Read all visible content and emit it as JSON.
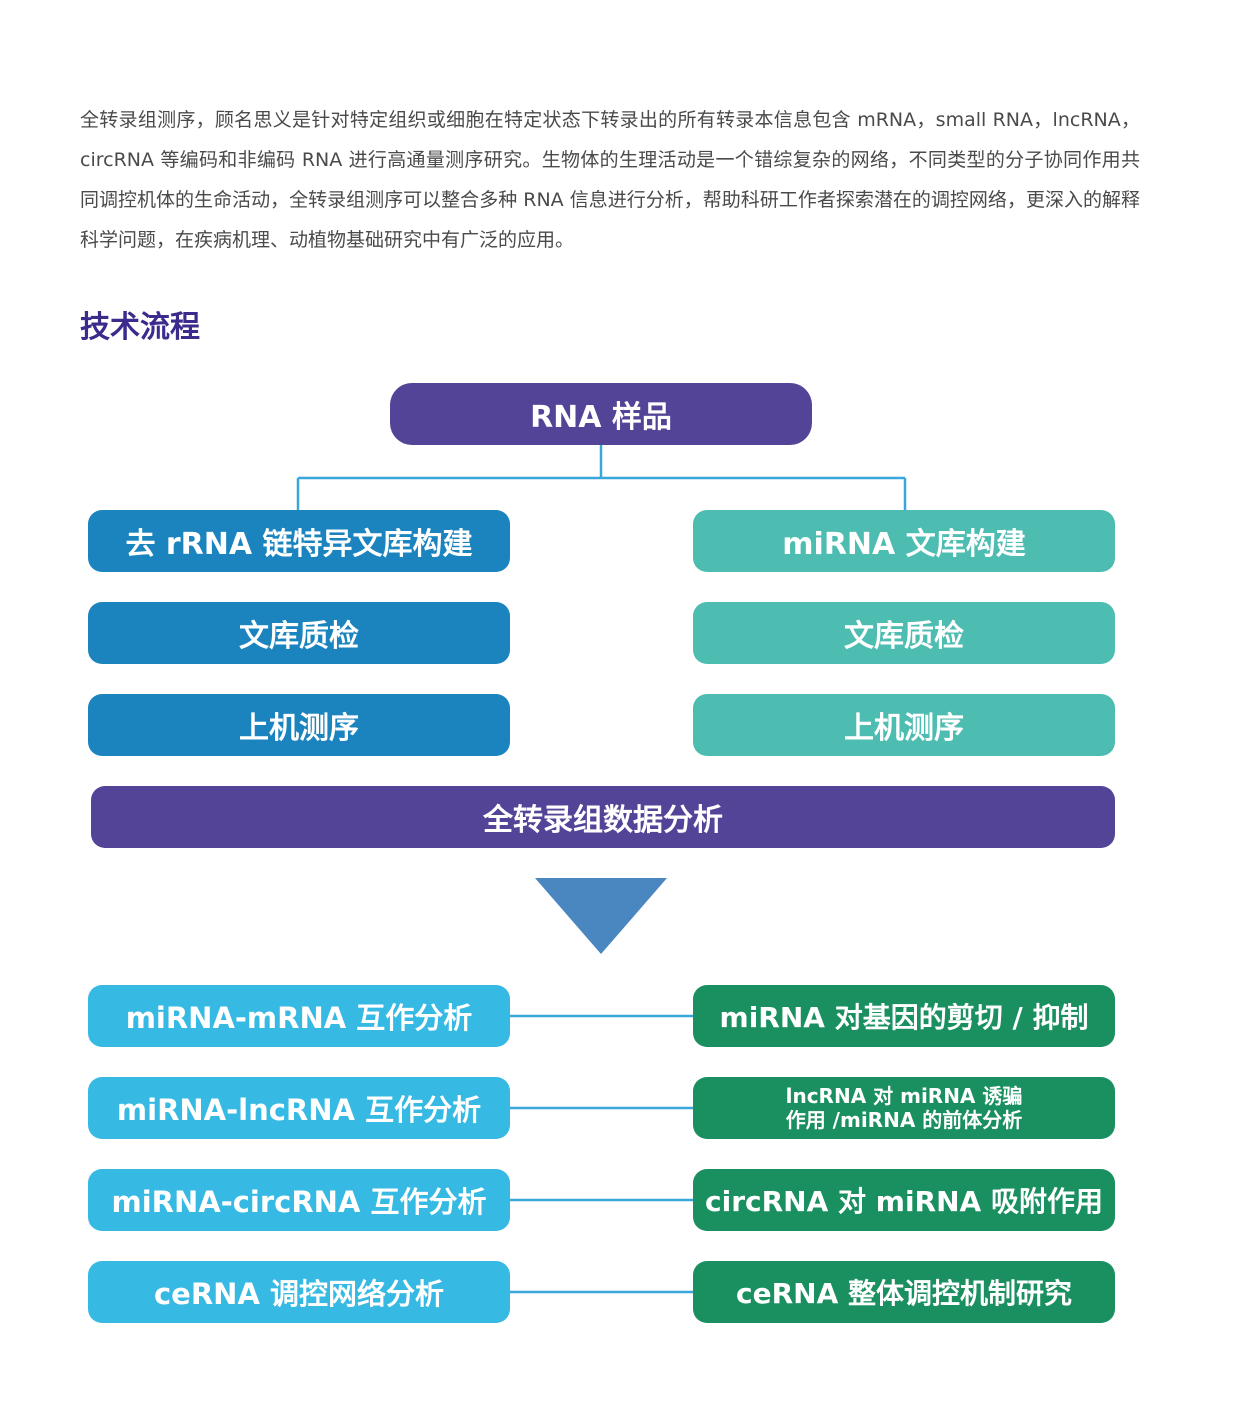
{
  "intro_text": "全转录组测序，顾名思义是针对特定组织或细胞在特定状态下转录出的所有转录本信息包含 mRNA，small RNA，lncRNA，circRNA 等编码和非编码 RNA 进行高通量测序研究。生物体的生理活动是一个错综复杂的网络，不同类型的分子协同作用共同调控机体的生命活动，全转录组测序可以整合多种 RNA 信息进行分析，帮助科研工作者探索潜在的调控网络，更深入的解释科学问题，在疾病机理、动植物基础研究中有广泛的应用。",
  "section_title": "技术流程",
  "flow": {
    "root": "RNA 样品",
    "left_branch": [
      "去 rRNA 链特异文库构建",
      "文库质检",
      "上机测序"
    ],
    "right_branch": [
      "miRNA 文库构建",
      "文库质检",
      "上机测序"
    ],
    "merge": "全转录组数据分析"
  },
  "analysis_pairs": [
    {
      "left": "miRNA-mRNA 互作分析",
      "right": [
        "miRNA 对基因的剪切 / 抑制"
      ]
    },
    {
      "left": "miRNA-lncRNA 互作分析",
      "right": [
        "lncRNA 对 miRNA 诱骗",
        "作用 /miRNA 的前体分析"
      ]
    },
    {
      "left": "miRNA-circRNA 互作分析",
      "right": [
        "circRNA 对 miRNA 吸附作用"
      ]
    },
    {
      "left": "ceRNA 调控网络分析",
      "right": [
        "ceRNA 整体调控机制研究"
      ]
    }
  ],
  "colors": {
    "title": "#3c2a8c",
    "root_and_merge": "#544497",
    "left_branch": "#1b84bf",
    "right_branch": "#4dbcb1",
    "analysis_left": "#36b9e2",
    "analysis_right": "#1a9060",
    "arrow": "#4a86c0",
    "connector": "#3aa7dc"
  }
}
